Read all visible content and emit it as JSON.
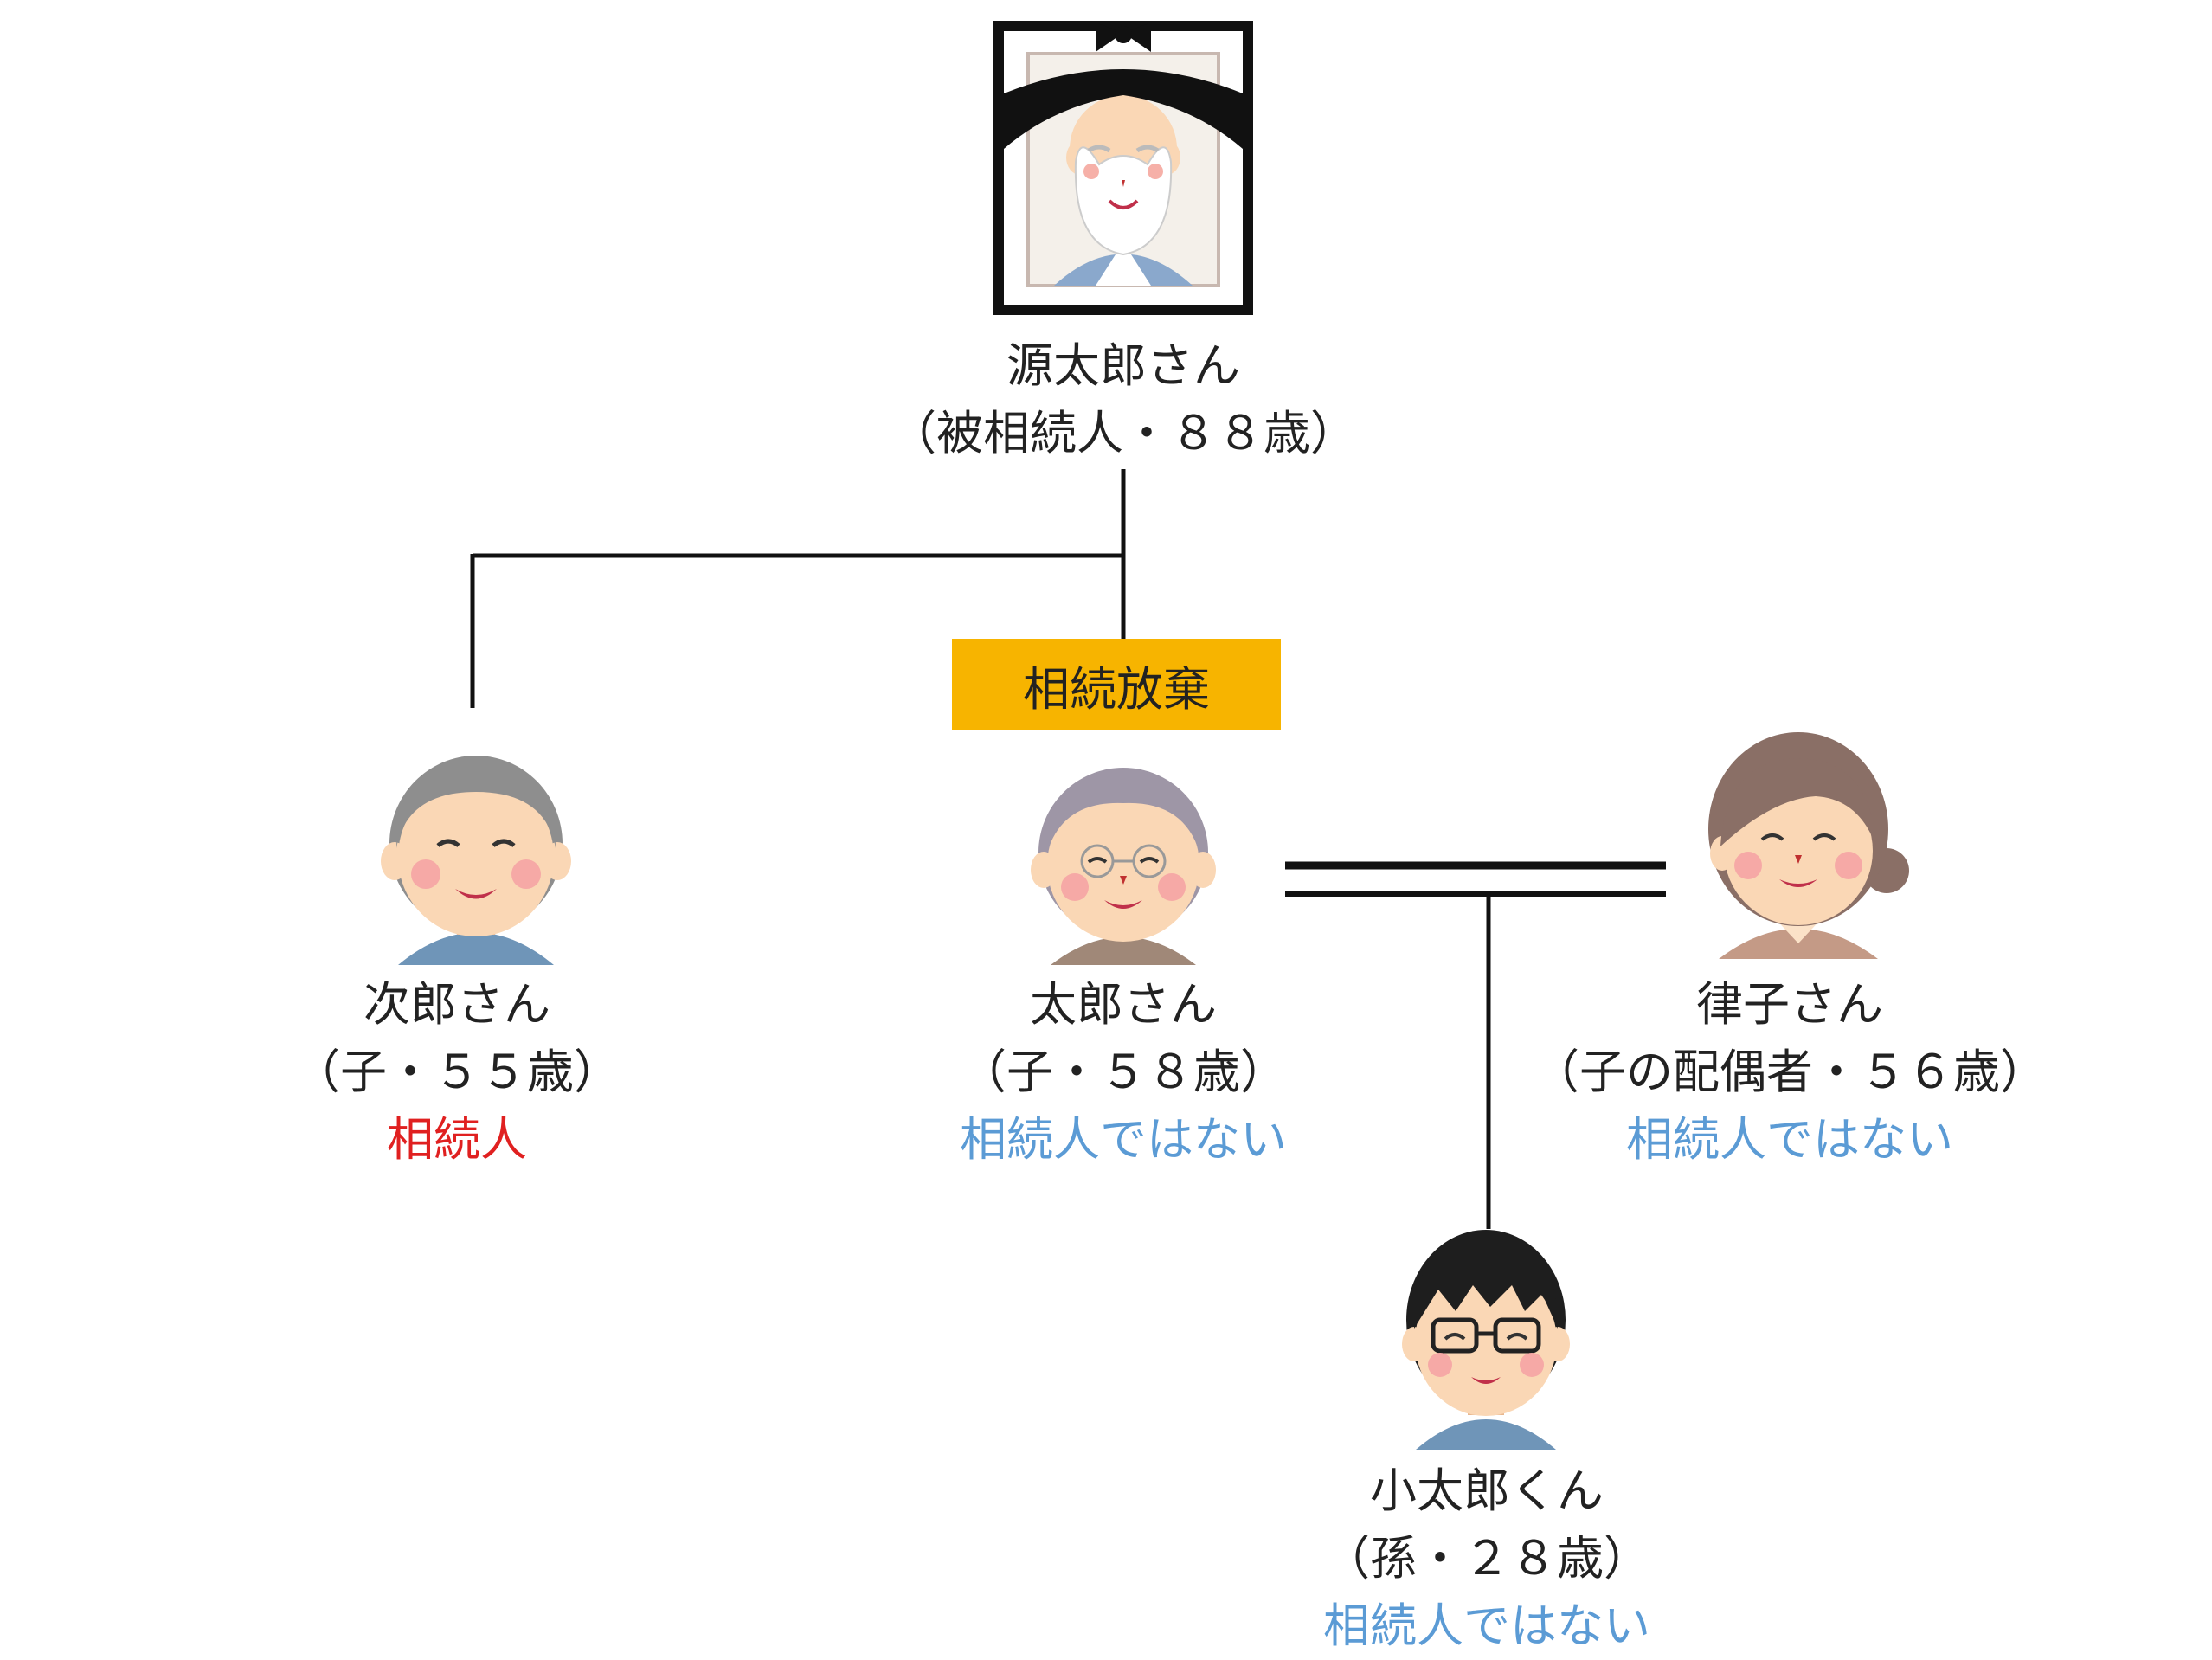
{
  "colors": {
    "line": "#111111",
    "badge_bg": "#f7b400",
    "heir": "#e02020",
    "not_heir": "#5b9bd5",
    "text": "#222222"
  },
  "deceased": {
    "name": "源太郎さん",
    "detail": "（被相続人・８８歳）",
    "icon": "memorial-portrait-elderly-man"
  },
  "badge": {
    "label": "相続放棄"
  },
  "persons": {
    "jiro": {
      "name": "次郎さん",
      "detail": "（子・５５歳）",
      "status": "相続人",
      "status_type": "heir",
      "icon": "elderly-man-smiling"
    },
    "taro": {
      "name": "太郎さん",
      "detail": "（子・５８歳）",
      "status": "相続人ではない",
      "status_type": "not_heir",
      "icon": "elderly-man-glasses"
    },
    "ritsuko": {
      "name": "律子さん",
      "detail": "（子の配偶者・５６歳）",
      "status": "相続人ではない",
      "status_type": "not_heir",
      "icon": "elderly-woman-smiling"
    },
    "kotaro": {
      "name": "小太郎くん",
      "detail": "（孫・２８歳）",
      "status": "相続人ではない",
      "status_type": "not_heir",
      "icon": "young-man-glasses"
    }
  }
}
